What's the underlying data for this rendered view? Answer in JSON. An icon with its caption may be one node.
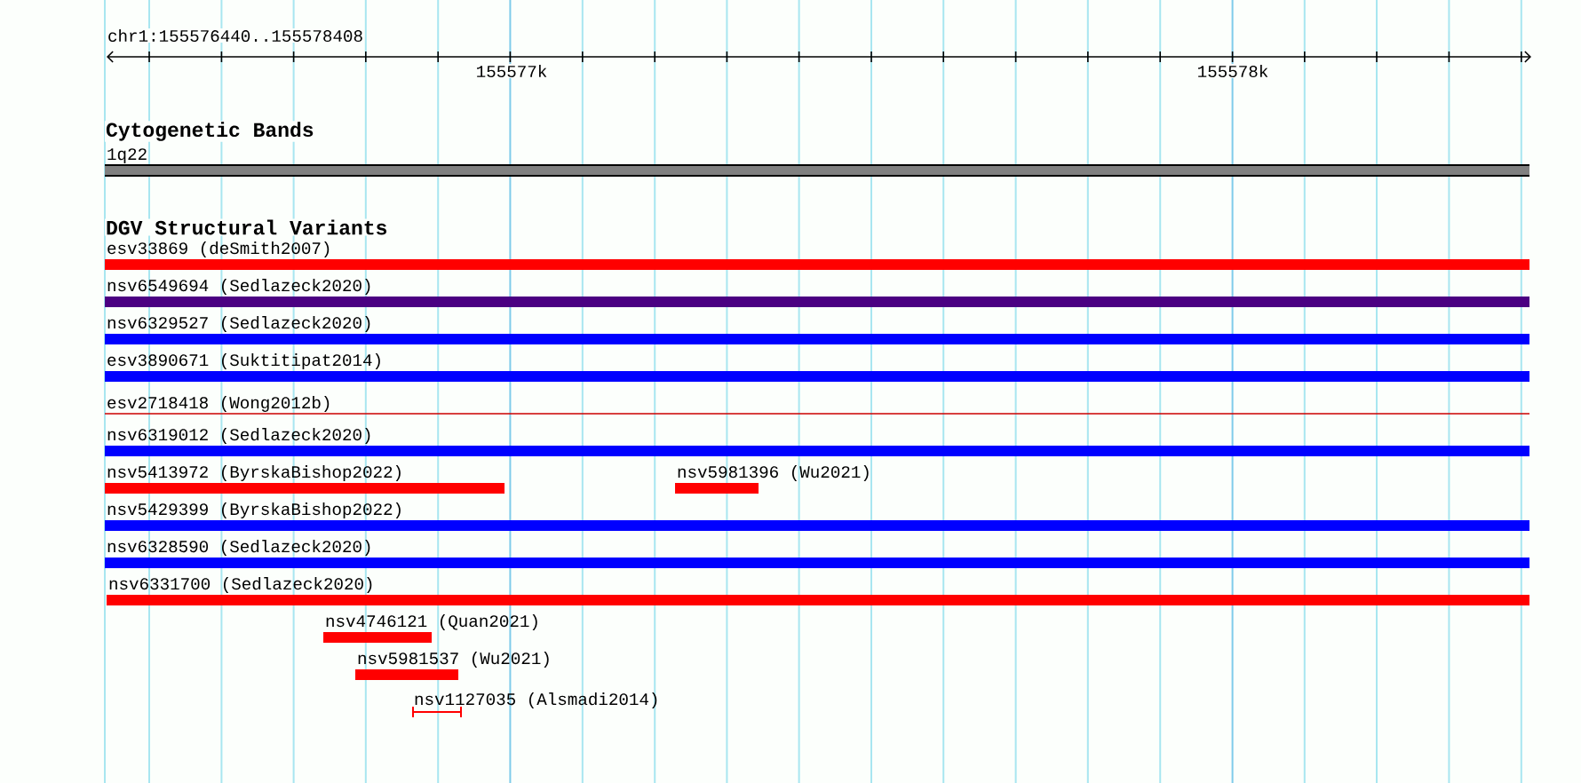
{
  "diagram": {
    "nodes": [
      {
        "text": [
          "1q22"
        ]
      },
      {
        "text": [
          "esv33869 (deSmith2007)"
        ]
      },
      {
        "text": [
          "nsv6549694 (Sedlazeck2020)"
        ]
      },
      {
        "text": [
          "nsv6329527 (Sedlazeck2020)"
        ]
      },
      {
        "text": [
          "esv3890671 (Suktitipat2014)"
        ]
      },
      {
        "text": [
          "esv2718418 (Wong2012b)"
        ]
      },
      {
        "text": [
          "nsv6319012 (Sedlazeck2020)"
        ]
      },
      {
        "text": [
          "nsv5413972 (ByrskaBishop2022)"
        ]
      },
      {
        "text": [
          "nsv5981396 (Wu2021)"
        ]
      },
      {
        "text": [
          "nsv5429399 (ByrskaBishop2022)"
        ]
      },
      {
        "text": [
          "nsv6328590 (Sedlazeck2020)"
        ]
      },
      {
        "text": [
          "nsv6331700 (Sedlazeck2020)"
        ]
      },
      {
        "text": [
          "nsv4746121 (Quan2021)"
        ]
      },
      {
        "text": [
          "nsv5981537 (Wu2021)"
        ]
      },
      {
        "text": [
          "nsv1127035 (Alsmadi2014)"
        ]
      }
    ],
    "labels": [
      "chr1:155576440..155578408",
      "155577k",
      "155578k",
      "Cytogenetic Bands",
      "DGV Structural Variants"
    ]
  }
}
